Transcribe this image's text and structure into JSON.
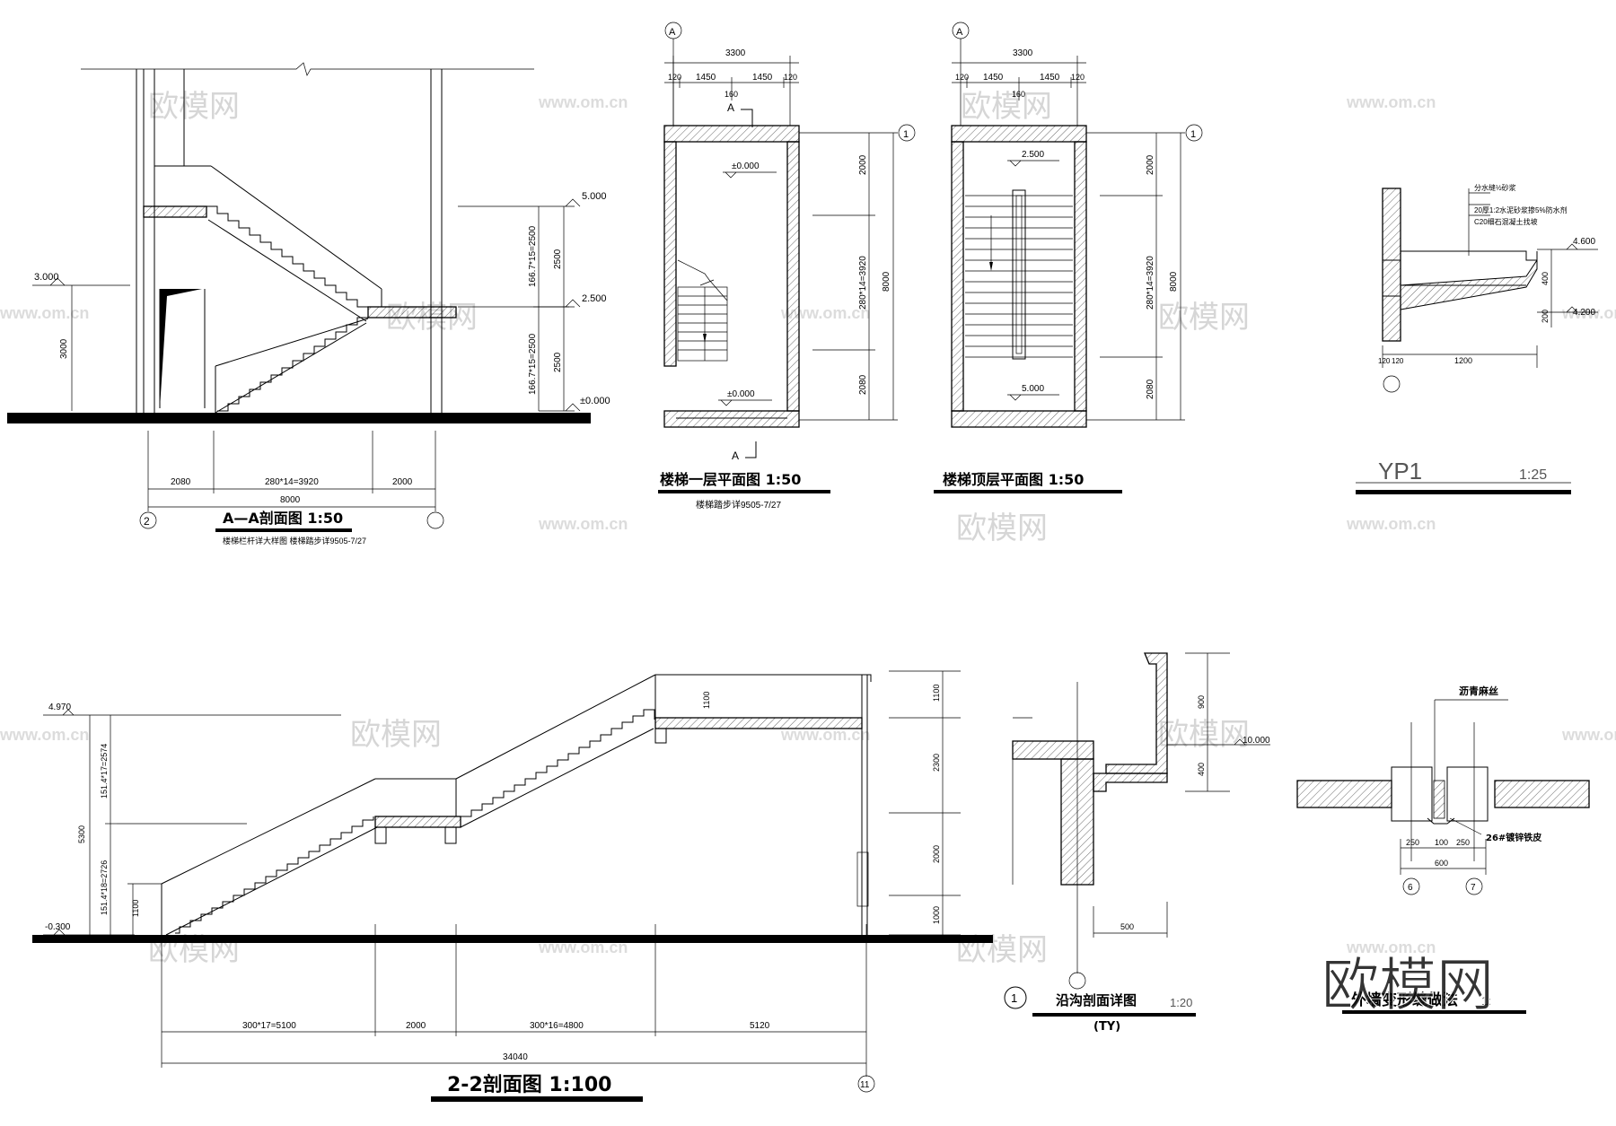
{
  "watermarks": {
    "brand": "欧模网",
    "url": "www.om.cn",
    "big_logo": "欧模网"
  },
  "aa_section": {
    "title": "A—A剖面图  1:50",
    "note": "楼梯栏杆详大样图 楼梯踏步详9505-7/27",
    "levels": [
      "5.000",
      "2.500",
      "±0.000",
      "3.000"
    ],
    "dims_h": [
      "2080",
      "280*14=3920",
      "2000",
      "8000"
    ],
    "dims_v": [
      "166.7*15=2500",
      "166.7*15=2500",
      "2500",
      "2500",
      "3000"
    ],
    "axis_left": "2"
  },
  "plan_first": {
    "title": "楼梯一层平面图  1:50",
    "note": "楼梯踏步详9505-7/27",
    "axis_top": "A",
    "axis_right": "1",
    "cut_label": "A",
    "dims_top": [
      "3300",
      "120",
      "1450",
      "1450",
      "120",
      "160"
    ],
    "dims_right": [
      "2000",
      "280*14=3920",
      "2080",
      "8000"
    ],
    "levels": [
      "±0.000",
      "±0.000"
    ]
  },
  "plan_top": {
    "title": "楼梯顶层平面图  1:50",
    "axis_top": "A",
    "axis_right": "1",
    "dims_top": [
      "3300",
      "120",
      "1450",
      "1450",
      "120",
      "160"
    ],
    "dims_right": [
      "2000",
      "280*14=3920",
      "2080",
      "8000"
    ],
    "levels": [
      "2.500",
      "5.000"
    ]
  },
  "yp1": {
    "title": "YP1",
    "scale": "1:25",
    "notes": [
      "分水缝½砂浆",
      "20厚1:2水泥砂浆掺5%防水剂",
      "C20细石混凝土找坡"
    ],
    "levels": [
      "4.600",
      "4.200"
    ],
    "dims": [
      "400",
      "200",
      "120",
      "120",
      "1200"
    ]
  },
  "section_22": {
    "title": "2-2剖面图  1:100",
    "levels": [
      "4.970",
      "-0.300"
    ],
    "dims_v_left": [
      "151.4*17=2574",
      "5300",
      "151.4*18=2726",
      "1100"
    ],
    "dims_v_right": [
      "1100",
      "2300",
      "2000",
      "1000"
    ],
    "dims_h": [
      "300*17=5100",
      "2000",
      "300*16=4800",
      "5120",
      "34040"
    ],
    "axis_right": "11",
    "label_1100": "1100"
  },
  "ditch": {
    "title": "沿沟剖面详图",
    "scale": "1:20",
    "sub": "(TY)",
    "index": "1",
    "level": "10.000",
    "dims": [
      "900",
      "400",
      "500"
    ]
  },
  "joint": {
    "title": "外墙变形缝做法",
    "scale": "1:",
    "notes": [
      "沥青麻丝",
      "26#镀锌铁皮"
    ],
    "dims": [
      "250",
      "100",
      "250",
      "600"
    ],
    "axes": [
      "6",
      "7"
    ]
  }
}
